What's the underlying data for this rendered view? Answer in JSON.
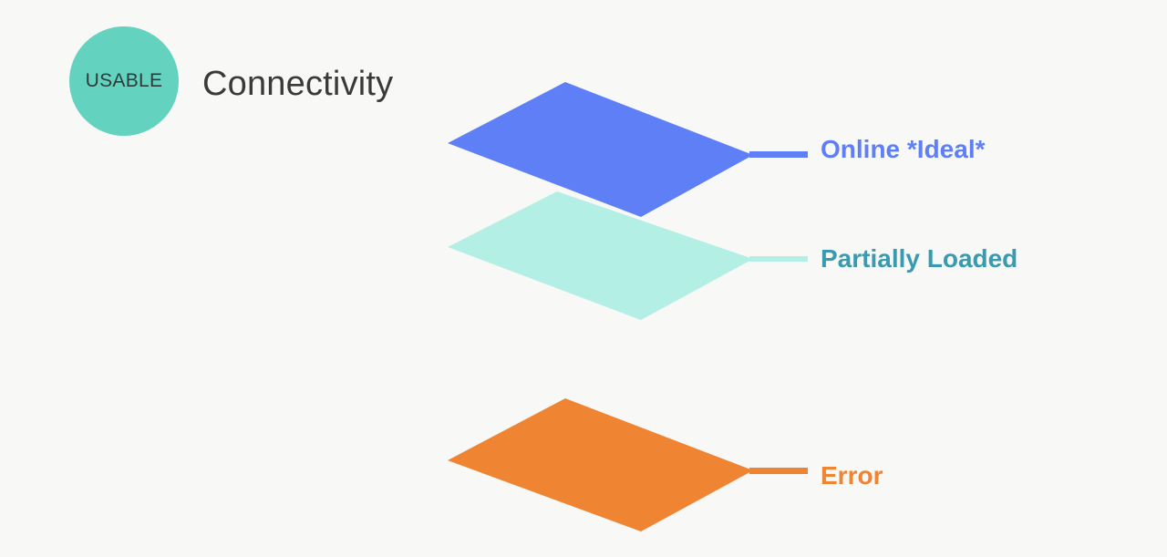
{
  "badge": {
    "label": "USABLE",
    "color": "#63d2be"
  },
  "header": {
    "title": "Connectivity"
  },
  "layers": [
    {
      "id": "online",
      "label": "Online *Ideal*",
      "fill": "#5f7ff7",
      "text_color": "#5f7ff7",
      "line_color": "#5f7ff7"
    },
    {
      "id": "partial",
      "label": "Partially Loaded",
      "fill": "#b4efe6",
      "text_color": "#3a9ab0",
      "line_color": "#b4efe6"
    },
    {
      "id": "error",
      "label": "Error",
      "fill": "#ef8433",
      "text_color": "#ef8433",
      "line_color": "#ef8433"
    }
  ]
}
